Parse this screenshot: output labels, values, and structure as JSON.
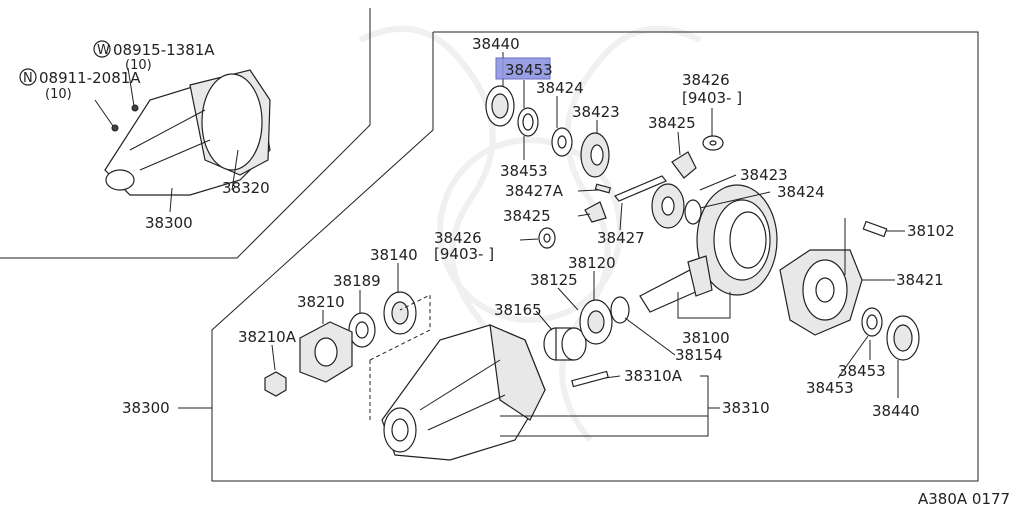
{
  "highlighted_part": "38453",
  "inset": {
    "bolt_a": {
      "symbol": "W",
      "number": "08915-1381A",
      "qty": "(10)"
    },
    "bolt_b": {
      "symbol": "N",
      "number": "08911-2081A",
      "qty": "(10)"
    },
    "cover": "38320",
    "assembly": "38300"
  },
  "parts": {
    "p38440_top": "38440",
    "p38453_top": "38453",
    "p38424_top": "38424",
    "p38423_top": "38423",
    "p38426_top": "38426",
    "p38426_top_range": "[9403-     ]",
    "p38425_top": "38425",
    "p38453_mid": "38453",
    "p38427A": "38427A",
    "p38423_right": "38423",
    "p38424_right": "38424",
    "p38425_mid": "38425",
    "p38427": "38427",
    "p38426_mid": "38426",
    "p38426_mid_range": "[9403-     ]",
    "p38102": "38102",
    "p38140": "38140",
    "p38120": "38120",
    "p38189": "38189",
    "p38125": "38125",
    "p38421": "38421",
    "p38210": "38210",
    "p38165": "38165",
    "p38210A": "38210A",
    "p38100": "38100",
    "p38154": "38154",
    "p38453_low": "38453",
    "p38300_main": "38300",
    "p38310A": "38310A",
    "p38453_bottom": "38453",
    "p38310": "38310",
    "p38440_bottom": "38440"
  },
  "figure_code": "A380A 0177"
}
